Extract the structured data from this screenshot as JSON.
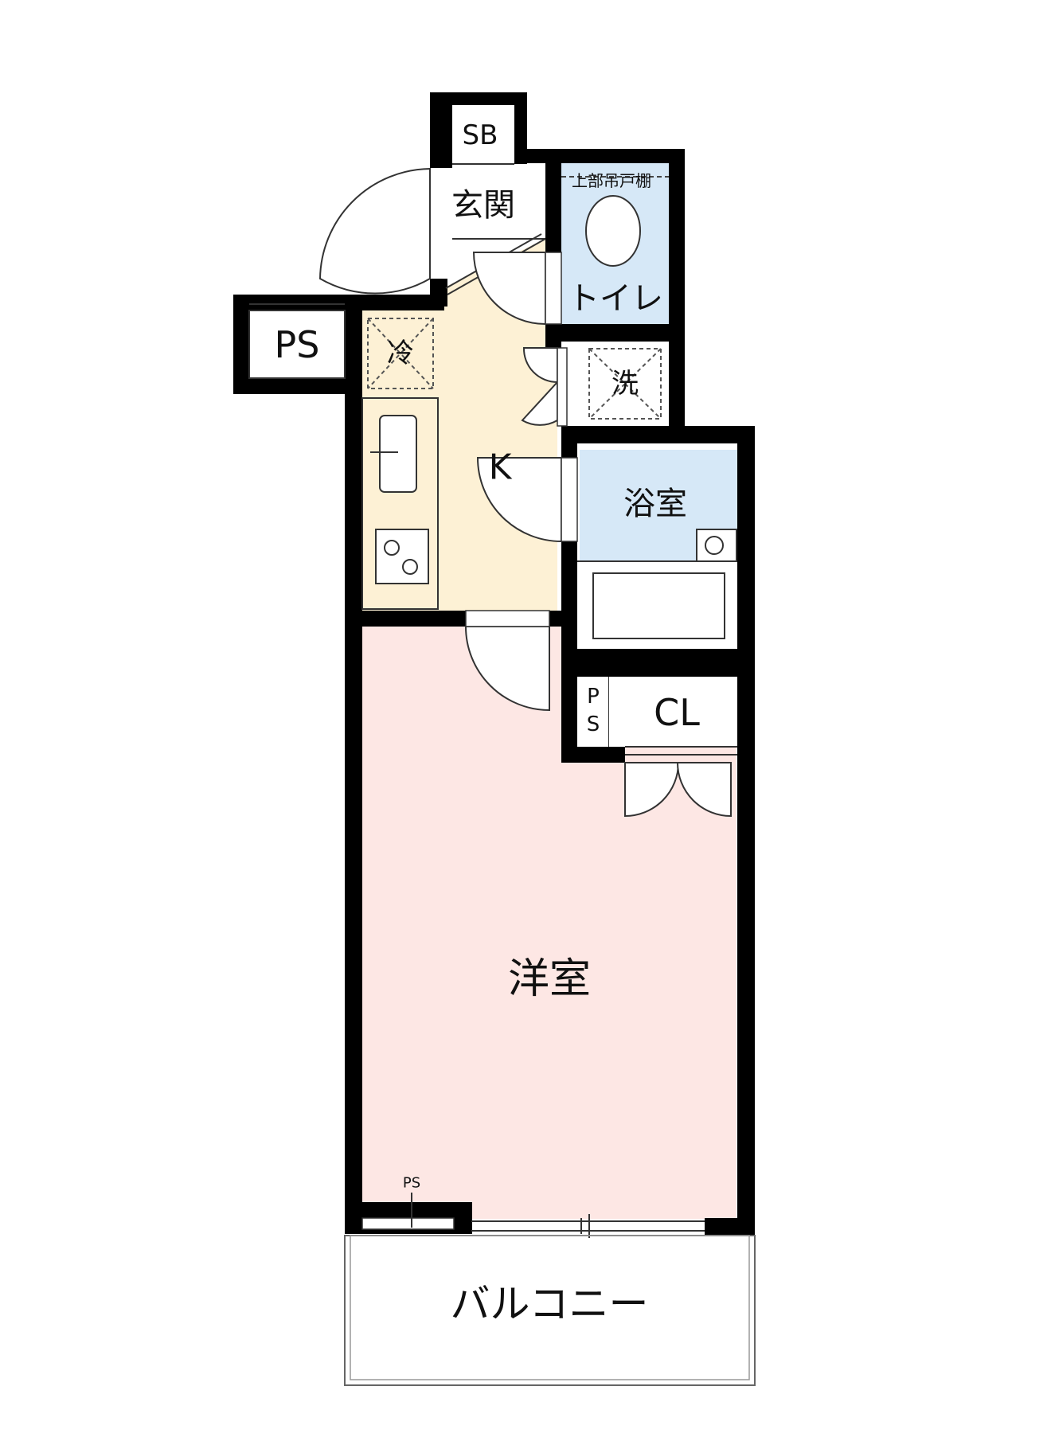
{
  "rooms": {
    "sb": "SB",
    "genkan": "玄関",
    "toilet": "トイレ",
    "toilet_shelf": "上部吊戸棚",
    "ps_top": "PS",
    "fridge": "冷",
    "washer": "洗",
    "kitchen": "K",
    "bath": "浴室",
    "ps_mid_top": "P",
    "ps_mid_bottom": "S",
    "closet": "CL",
    "western": "洋室",
    "ps_small": "PS",
    "balcony": "バルコニー"
  },
  "colors": {
    "wall": "#000000",
    "kitchen_floor": "#fdf1d5",
    "western_floor": "#fde7e4",
    "wet_room": "#d6e8f7"
  }
}
